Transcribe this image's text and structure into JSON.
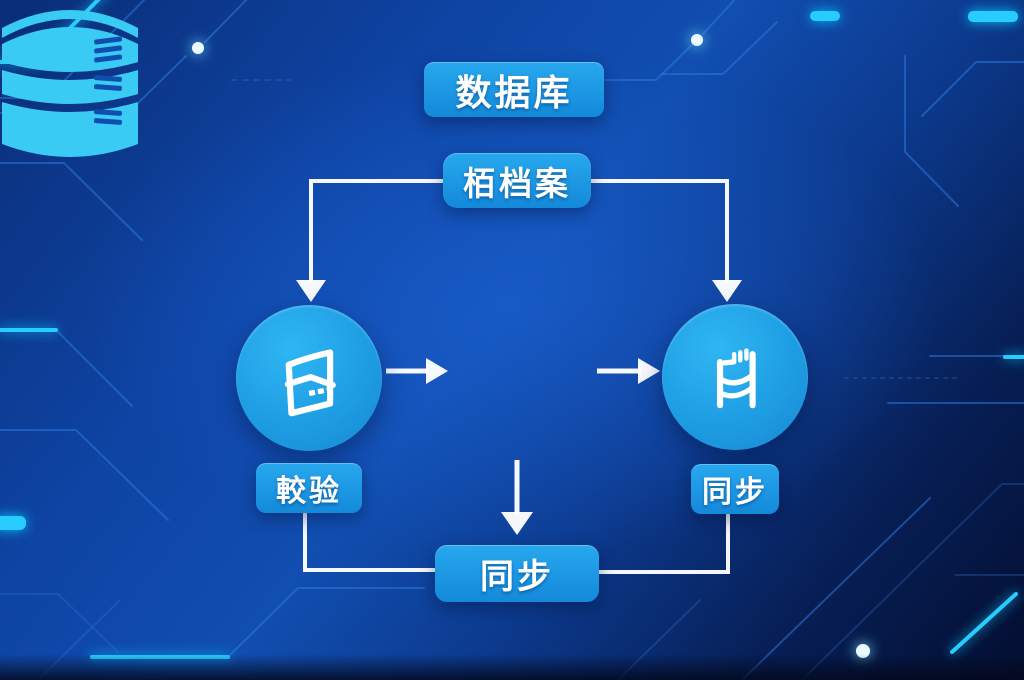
{
  "labels": {
    "database": "数据库",
    "archive": "栢档案",
    "verify": "較验",
    "sync_right": "同步",
    "sync_bottom": "同步"
  },
  "icons": {
    "left_circle": "open-document-folder-icon",
    "center": "database-server-stack-icon",
    "right_circle": "server-rack-sync-icon"
  },
  "arrows": [
    {
      "from": "archive-label",
      "to": "verify-circle",
      "style": "elbow-down-arrow"
    },
    {
      "from": "archive-label",
      "to": "sync-circle",
      "style": "elbow-down-arrow"
    },
    {
      "from": "verify-circle",
      "to": "database-stack",
      "style": "right-arrow"
    },
    {
      "from": "database-stack",
      "to": "sync-circle",
      "style": "right-arrow"
    },
    {
      "from": "database-stack",
      "to": "sync-bottom-label",
      "style": "down-arrow"
    },
    {
      "from": "verify-label",
      "to": "sync-bottom-label",
      "style": "elbow-line"
    },
    {
      "from": "sync-right-label",
      "to": "sync-bottom-label",
      "style": "elbow-line"
    }
  ],
  "colors": {
    "background_center": "#114eb0",
    "background_edge": "#040e30",
    "label_background": "#1b9ce5",
    "circle_background": "#1f9fe4",
    "database_icon": "#3ac9f3",
    "connector": "#ffffff",
    "circuit_bright": "#29ccff",
    "circuit_faint": "#2e7de0"
  }
}
